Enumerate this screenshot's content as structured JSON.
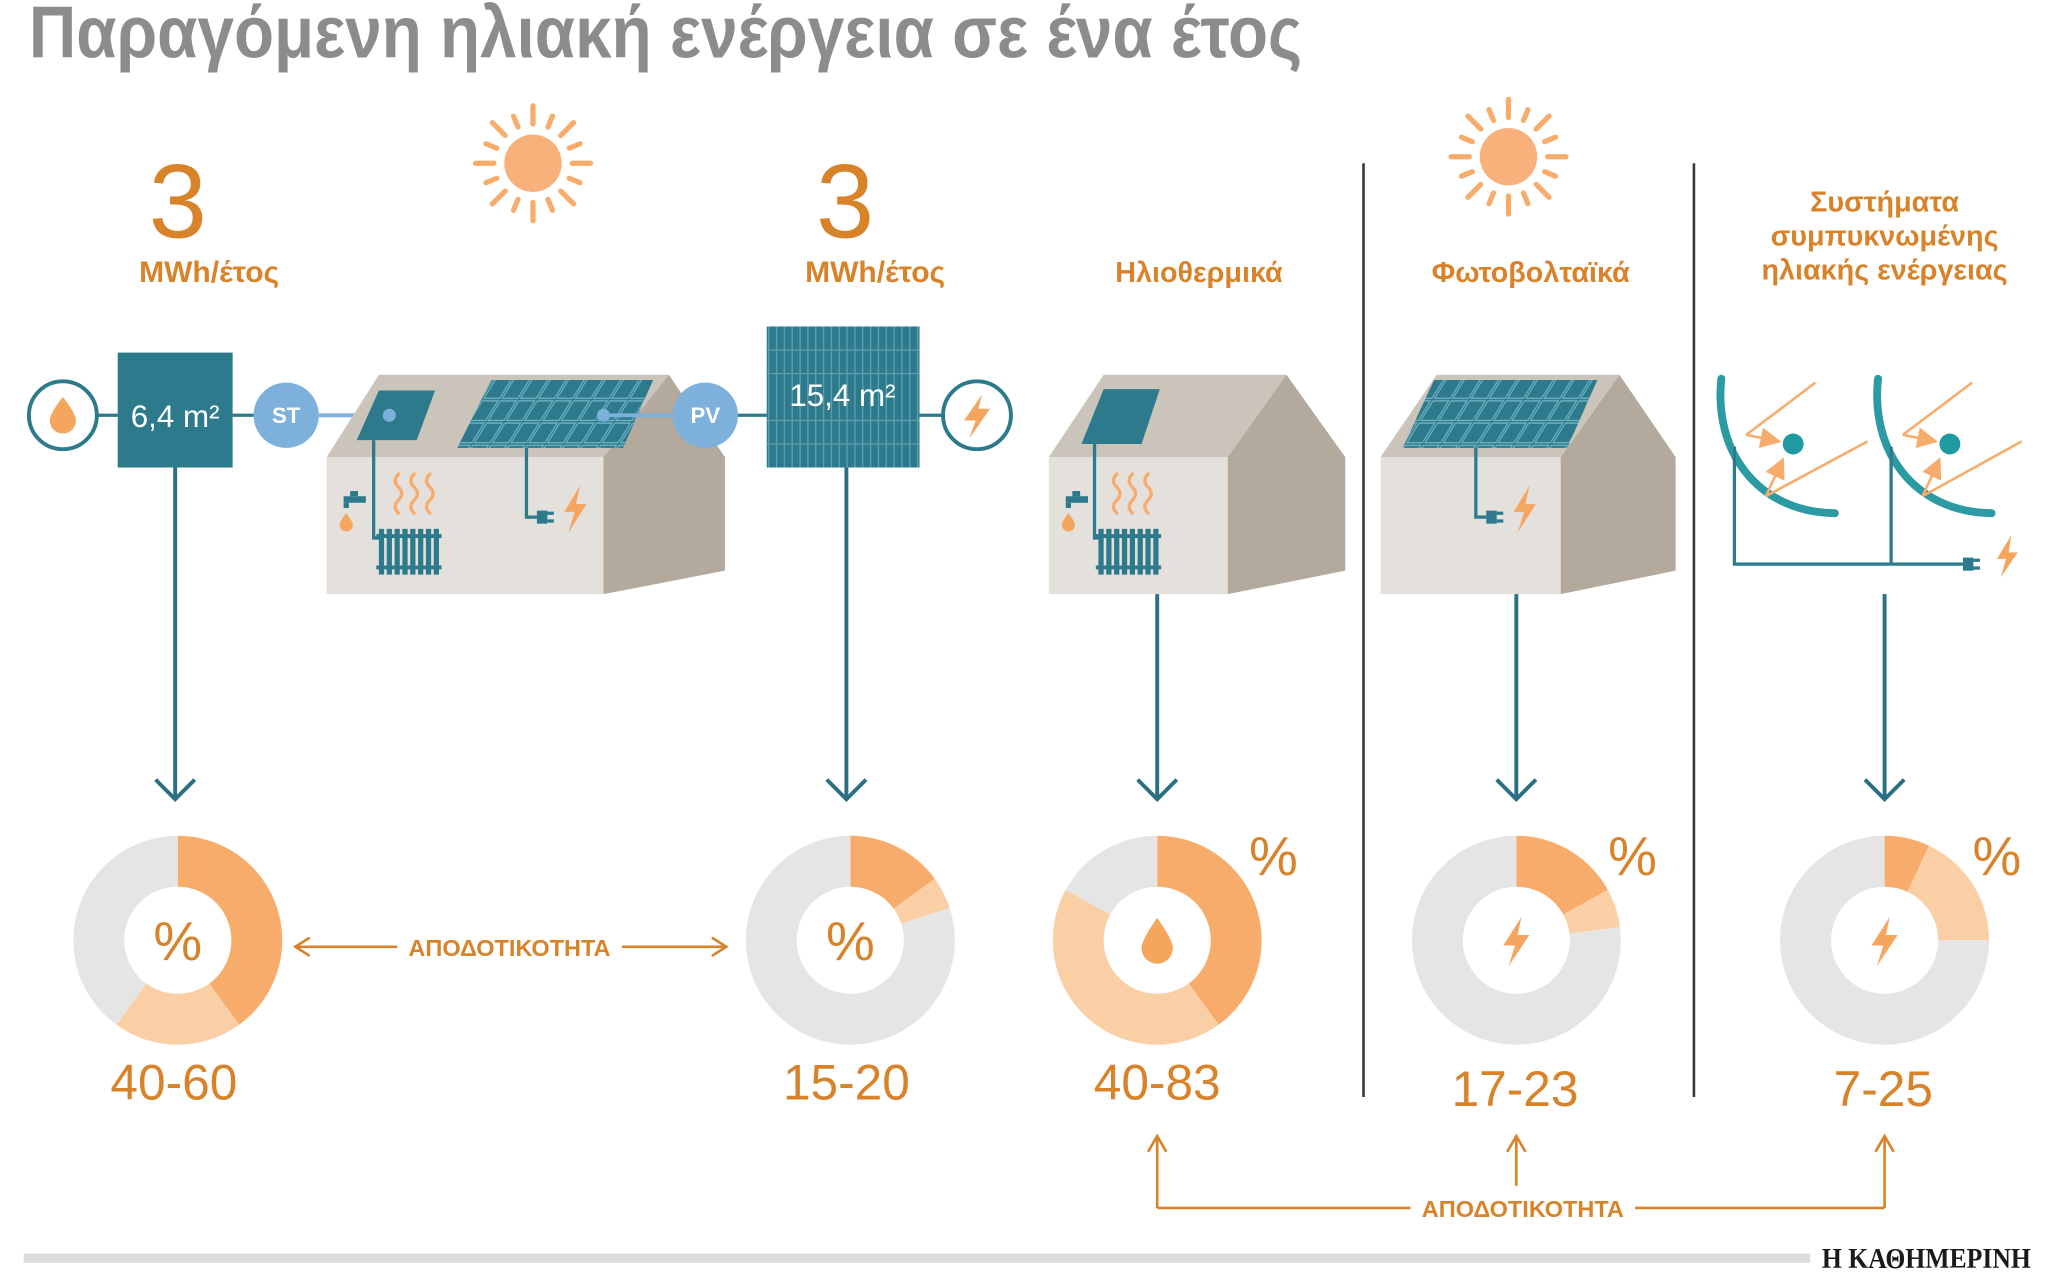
{
  "title": "Παραγόμενη ηλιακή ενέργεια σε ένα έτος",
  "colors": {
    "title": "#8c8c8c",
    "accent_orange": "#d8832a",
    "dark_orange": "#f8ac6c",
    "light_orange": "#fbcfa5",
    "donut_gray": "#e5e5e6",
    "teal": "#2c7a8c",
    "light_blue": "#7db0da"
  },
  "solar_thermal_unit": {
    "value": "3",
    "unit": "MWh/έτος",
    "area": "6,4 m²",
    "badge": "ST"
  },
  "photovoltaic_unit": {
    "value": "3",
    "unit": "MWh/έτος",
    "area": "15,4 m²",
    "badge": "PV"
  },
  "columns": {
    "solar_thermal": "Ηλιοθερμικά",
    "photovoltaic": "Φωτοβολταϊκά",
    "concentrated": {
      "line1": "Συστήματα",
      "line2": "συμπυκνωμένης",
      "line3": "ηλιακής ενέργειας"
    }
  },
  "efficiency_label": "ΑΠΟΔΟΤΙΚΟΤΗΤΑ",
  "percent_sign": "%",
  "source": "Η ΚΑΘΗΜΕΡΙΝΗ",
  "chart_data": [
    {
      "type": "pie",
      "label": "40-60",
      "range": [
        40,
        60
      ]
    },
    {
      "type": "pie",
      "label": "15-20",
      "range": [
        15,
        20
      ]
    },
    {
      "type": "pie",
      "label": "40-83",
      "range": [
        40,
        83
      ]
    },
    {
      "type": "pie",
      "label": "17-23",
      "range": [
        17,
        23
      ]
    },
    {
      "type": "pie",
      "label": "7-25",
      "range": [
        7,
        25
      ]
    }
  ]
}
